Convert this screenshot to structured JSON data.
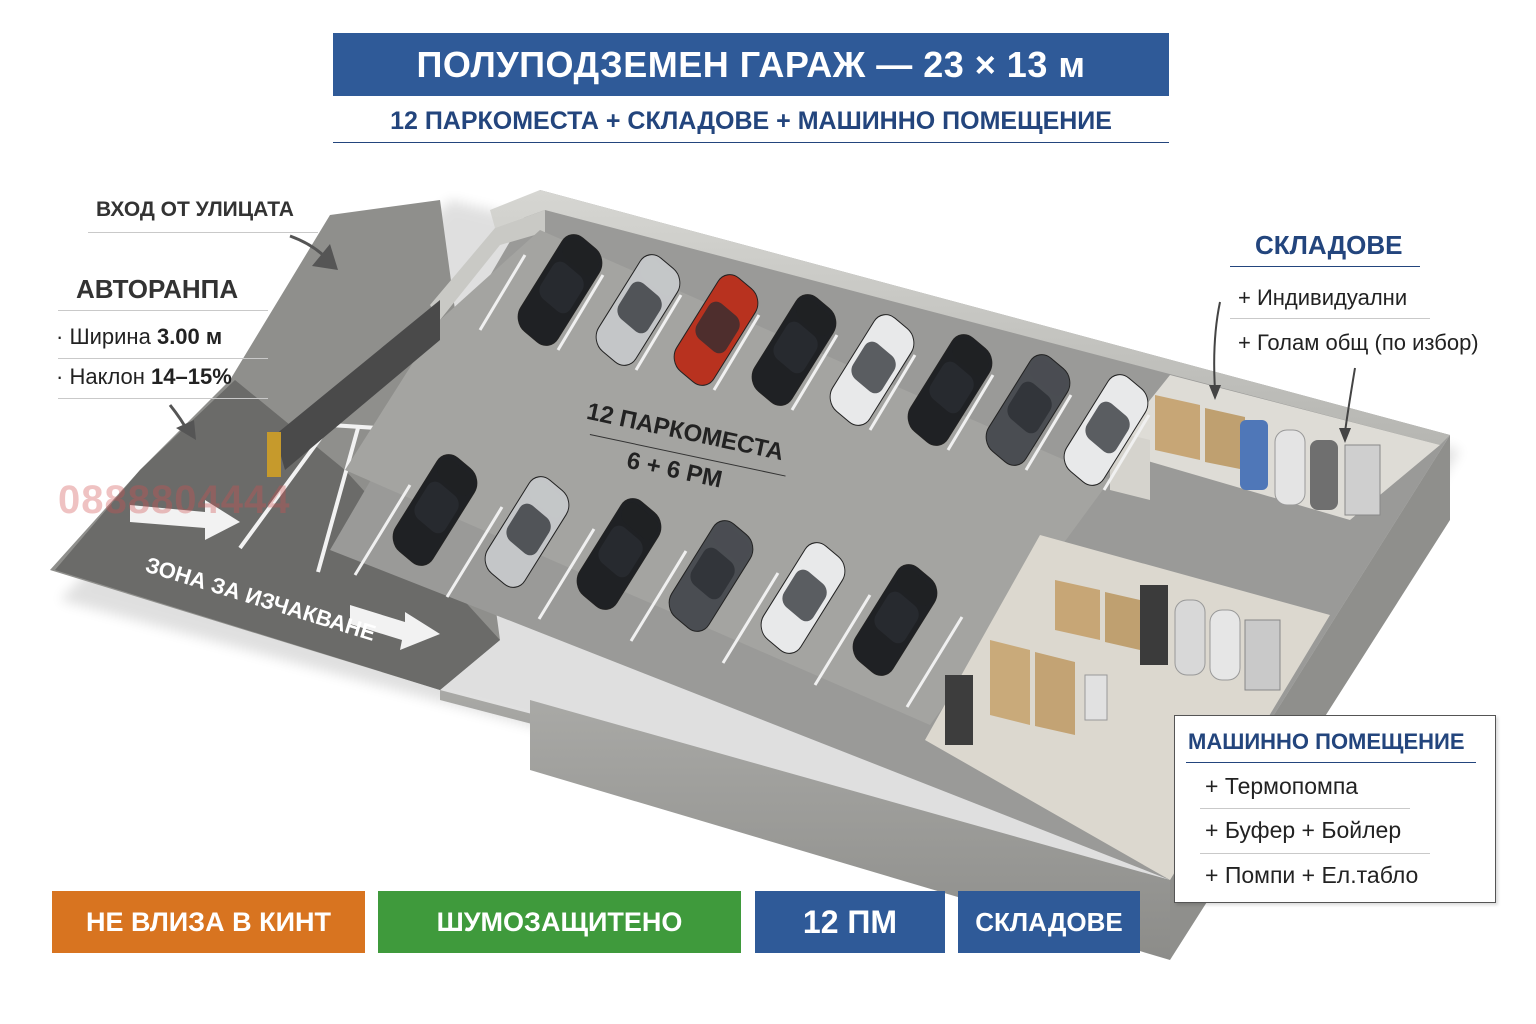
{
  "header": {
    "title": "ПОЛУПОДЗЕМЕН ГАРАЖ — 23 × 13 м",
    "subtitle": "12 ПАРКОМЕСТА + СКЛАДОВЕ + МАШИННО ПОМЕЩЕНИЕ"
  },
  "entrance": {
    "label": "ВХОД ОТ УЛИЦАТА"
  },
  "ramp": {
    "title": "АВТОРАНПА",
    "width_label": "Ширина",
    "width_value": "3.00 м",
    "slope_label": "Наклон",
    "slope_value": "14–15%"
  },
  "floor": {
    "parking_label": "12 ПАРКОМЕСТА",
    "parking_sub": "6 + 6 PM",
    "waiting_zone": "ЗОНА ЗА ИЗЧАКВАНЕ",
    "watermark": "0888804444"
  },
  "storage": {
    "title": "СКЛАДОВЕ",
    "items": [
      "+ Индивидуални",
      "+ Голам общ (по избор)"
    ]
  },
  "machine_room": {
    "title": "МАШИННО ПОМЕЩЕНИЕ",
    "items": [
      "+ Термопомпа",
      "+ Буфер + Бойлер",
      "+ Помпи + Ел.табло"
    ]
  },
  "badges": {
    "kint": "НЕ ВЛИЗА В КИНТ",
    "noise": "ШУМОЗАЩИТЕНО",
    "spots": "12 ПМ",
    "storage": "СКЛАДОВЕ"
  },
  "colors": {
    "navy": "#2f5a98",
    "orange": "#d87420",
    "green": "#3f9a3c",
    "accent_text": "#23457d",
    "red_car": "#c0392b"
  },
  "cars": {
    "back_row": [
      "black",
      "silver",
      "red",
      "black",
      "white",
      "black",
      "gray",
      "white"
    ],
    "front_row": [
      "black",
      "silver",
      "black",
      "gray",
      "white",
      "black"
    ]
  }
}
